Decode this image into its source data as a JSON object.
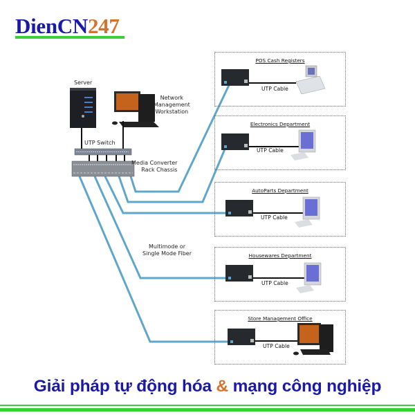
{
  "brand": {
    "logo_main": "DienCN",
    "logo_num": "247",
    "colors": {
      "blue": "#1a1aa6",
      "orange": "#d8722a",
      "green": "#3ccf3c",
      "fiber": "#5fa6cc"
    }
  },
  "diagram": {
    "server_label": "Server",
    "workstation_label": "Network Management Workstation",
    "workstation_lines": [
      "Network",
      "Management",
      "Workstation"
    ],
    "switch_label": "UTP Switch",
    "chassis_lines": [
      "Media Converter",
      "Rack Chassis"
    ],
    "fiber_lines": [
      "Multimode or",
      "Single Mode Fiber"
    ],
    "departments": [
      {
        "title": "POS Cash Registers",
        "cable": "UTP Cable",
        "device": "pos-terminal"
      },
      {
        "title": "Electronics Department",
        "cable": "UTP Cable",
        "device": "monitor"
      },
      {
        "title": "AutoParts Department",
        "cable": "UTP Cable",
        "device": "monitor"
      },
      {
        "title": "Housewares Department",
        "cable": "UTP Cable",
        "device": "monitor"
      },
      {
        "title": "Store Management Office",
        "cable": "UTP Cable",
        "device": "desktop-pc"
      }
    ]
  },
  "footer": {
    "part1": "Giải pháp tự động hóa ",
    "amp": "&",
    "part2": " mạng công nghiệp"
  }
}
